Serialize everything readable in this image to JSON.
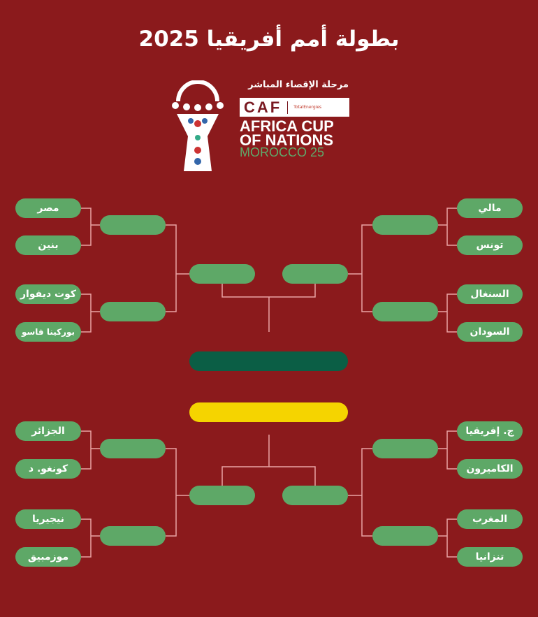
{
  "title": "بطولة أمم أفريقيا  2025",
  "logo": {
    "stage": "مرحلة الإقصاء المباشر",
    "caf": "CAF",
    "sponsor": "TotalEnergies",
    "line1": "AFRICA CUP",
    "line2": "OF NATIONS",
    "line3": "MOROCCO 25"
  },
  "bracket": {
    "left_top": [
      "مصر",
      "بنين",
      "كوت ديفوار",
      "بوركينا فاسو"
    ],
    "right_top": [
      "مالي",
      "تونس",
      "السنغال",
      "السودان"
    ],
    "left_bottom": [
      "الجزائر",
      "كونغو. د",
      "نيجيريا",
      "موزمبيق"
    ],
    "right_bottom": [
      "ج. إفريقيا",
      "الكاميرون",
      "المغرب",
      "تنزانيا"
    ]
  },
  "colors": {
    "background": "#8b1a1c",
    "pill": "#5ea867",
    "final": "#0b5e45",
    "third_place": "#f5d400",
    "lines": "#e9a3a3"
  }
}
